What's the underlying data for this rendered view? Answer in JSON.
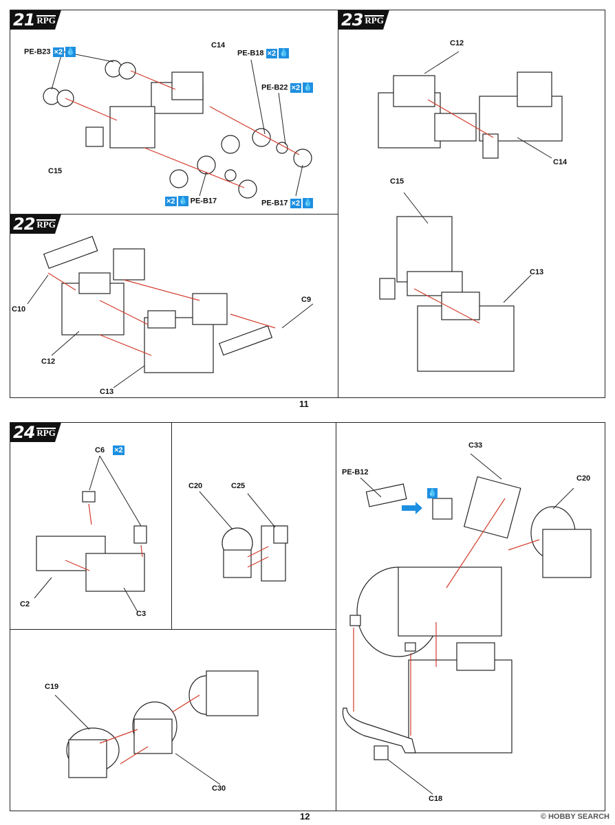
{
  "brand": "RPG",
  "glue_icon": "glue-drop-icon",
  "accent_color": "#1e8fe0",
  "arrow_color": "#d23a2a",
  "steps": {
    "s21": {
      "num": "21",
      "labels": {
        "pe_b23": "PE-B23",
        "pe_b23_qty": "×2",
        "c14": "C14",
        "pe_b18": "PE-B18",
        "pe_b18_qty": "×2",
        "pe_b22": "PE-B22",
        "pe_b22_qty": "×2",
        "c15": "C15",
        "pe_b17a": "PE-B17",
        "pe_b17a_qty": "×2",
        "pe_b17b": "PE-B17",
        "pe_b17b_qty": "×2"
      }
    },
    "s22": {
      "num": "22",
      "labels": {
        "c10": "C10",
        "c9": "C9",
        "c12": "C12",
        "c13": "C13"
      }
    },
    "s23": {
      "num": "23",
      "labels": {
        "c12": "C12",
        "c14": "C14",
        "c15": "C15",
        "c13": "C13"
      }
    },
    "s24": {
      "num": "24",
      "labels": {
        "c6": "C6",
        "c6_qty": "×2",
        "c2": "C2",
        "c3": "C3",
        "c20a": "C20",
        "c25": "C25",
        "c19": "C19",
        "c30": "C30",
        "pe_b12": "PE-B12",
        "c33": "C33",
        "c20b": "C20",
        "c18": "C18"
      }
    }
  },
  "page_numbers": {
    "top": "11",
    "bottom": "12"
  },
  "footer": "© HOBBY SEARCH"
}
